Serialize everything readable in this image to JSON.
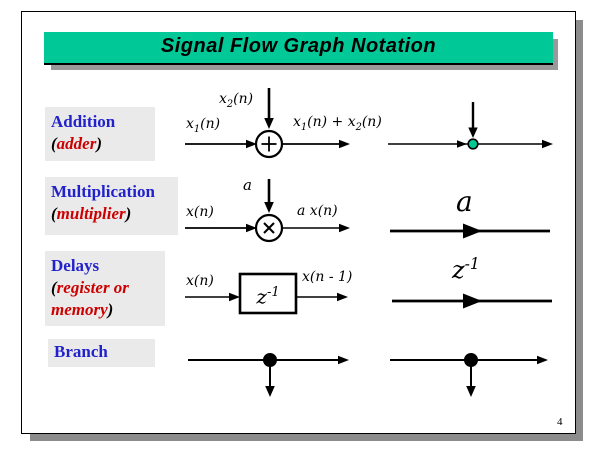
{
  "title": "Signal Flow Graph Notation",
  "page_number": "4",
  "colors": {
    "title_bg": "#00C896",
    "node_fill": "#00C896",
    "label_bg": "#EAEAEA",
    "term_blue": "#2222CC",
    "annot_red": "#CC0000",
    "shadow_gray": "#8C8C8C"
  },
  "rows": [
    {
      "term": "Addition",
      "annotation": {
        "open": "(",
        "word": "adder",
        "close": ")"
      },
      "labels": {
        "top": {
          "base": "x",
          "sub": "2",
          "rest": "(n)"
        },
        "input": {
          "base": "x",
          "sub": "1",
          "rest": "(n)"
        },
        "output": {
          "p1": "x",
          "s1": "1",
          "p2": "(n) + x",
          "s2": "2",
          "p3": "(n)"
        }
      }
    },
    {
      "term": "Multiplication",
      "annotation": {
        "open": "(",
        "word": "multiplier",
        "close": ")"
      },
      "labels": {
        "coefficient": "a",
        "input": "x(n)",
        "output": "a x(n)",
        "gain": "a"
      }
    },
    {
      "term": "Delays",
      "annotation": {
        "open": "(",
        "word_line1": "register or",
        "word_line2": "memory",
        "close": ")"
      },
      "labels": {
        "input": "x(n)",
        "box": {
          "base": "z",
          "sup": "-1"
        },
        "output": "x(n - 1)",
        "gain": {
          "base": "z",
          "sup": "-1"
        }
      }
    },
    {
      "term": "Branch"
    }
  ]
}
